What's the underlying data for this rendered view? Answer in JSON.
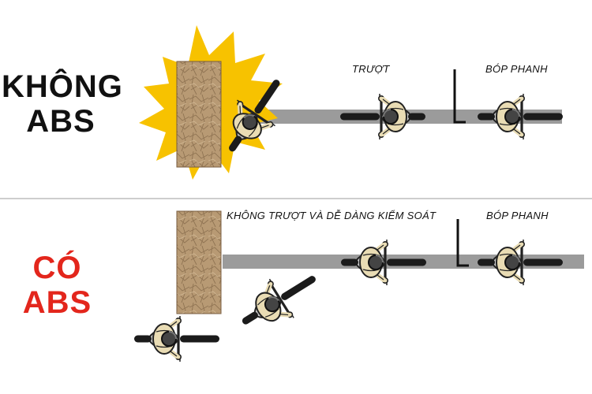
{
  "top": {
    "title_line1": "KHÔNG",
    "title_line2": "ABS",
    "caption_skid": "TRƯỢT",
    "caption_brake": "BÓP PHANH"
  },
  "bottom": {
    "title_line1": "CÓ",
    "title_line2": "ABS",
    "caption_control": "KHÔNG TRƯỢT VÀ DỄ DÀNG KIỂM SOÁT",
    "caption_brake": "BÓP PHANH"
  },
  "colors": {
    "title_top": "#111111",
    "title_bottom": "#e3261c",
    "road": "#9b9b9b",
    "divider": "#bdbdbd",
    "barrier": "#b89a74",
    "explosion": "#f7c200",
    "rider_jacket": "#e9dcb4",
    "helmet": "#444444"
  },
  "icons": [
    "explosion-icon",
    "barrier-icon",
    "motorcycle-icon",
    "brake-lever-icon"
  ]
}
